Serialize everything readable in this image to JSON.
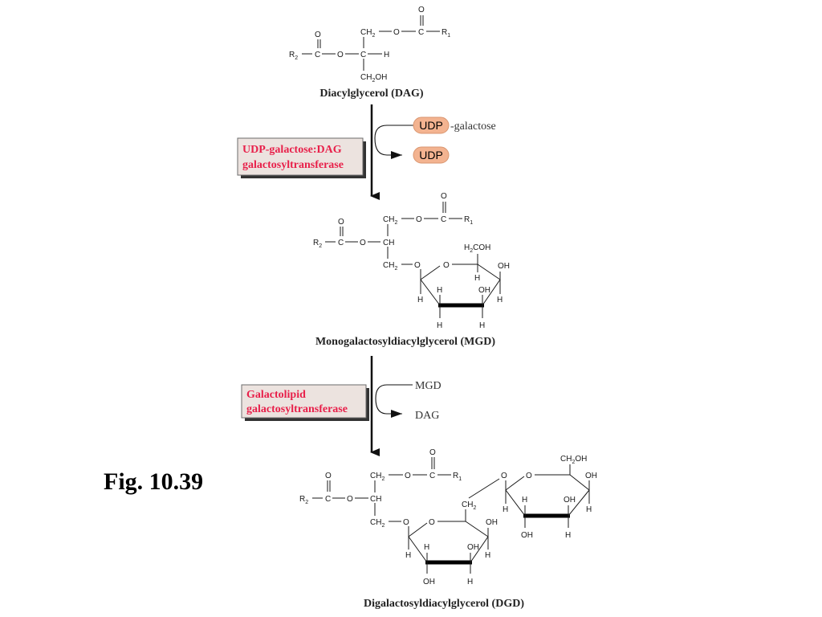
{
  "figure_label": "Fig. 10.39",
  "compounds": {
    "dag": {
      "name": "Diacylglycerol (DAG)"
    },
    "mgd": {
      "name": "Monogalactosyldiacylglycerol (MGD)"
    },
    "dgd": {
      "name": "Digalactosyldiacylglycerol (DGD)"
    }
  },
  "step1": {
    "enzyme_line1": "UDP-galactose:DAG",
    "enzyme_line2": "galactosyltransferase",
    "substrate_pill": "UDP",
    "substrate_suffix": "-galactose",
    "product_pill": "UDP"
  },
  "step2": {
    "enzyme_line1": "Galactolipid",
    "enzyme_line2": "galactosyltransferase",
    "substrate": "MGD",
    "product": "DAG"
  },
  "atoms": {
    "O": "O",
    "C": "C",
    "H": "H",
    "OH": "OH",
    "CH": "CH",
    "R1": "R",
    "R2": "R",
    "sub1": "1",
    "sub2": "2",
    "CH2": "CH",
    "CH2OH": "CH",
    "OH_tail": "OH",
    "H2COH_pre": "H",
    "H2COH_post": "COH"
  },
  "colors": {
    "enzyme_text": "#e8204a",
    "enzyme_box": "#ece3df",
    "udp_pill": "#f3b390"
  }
}
